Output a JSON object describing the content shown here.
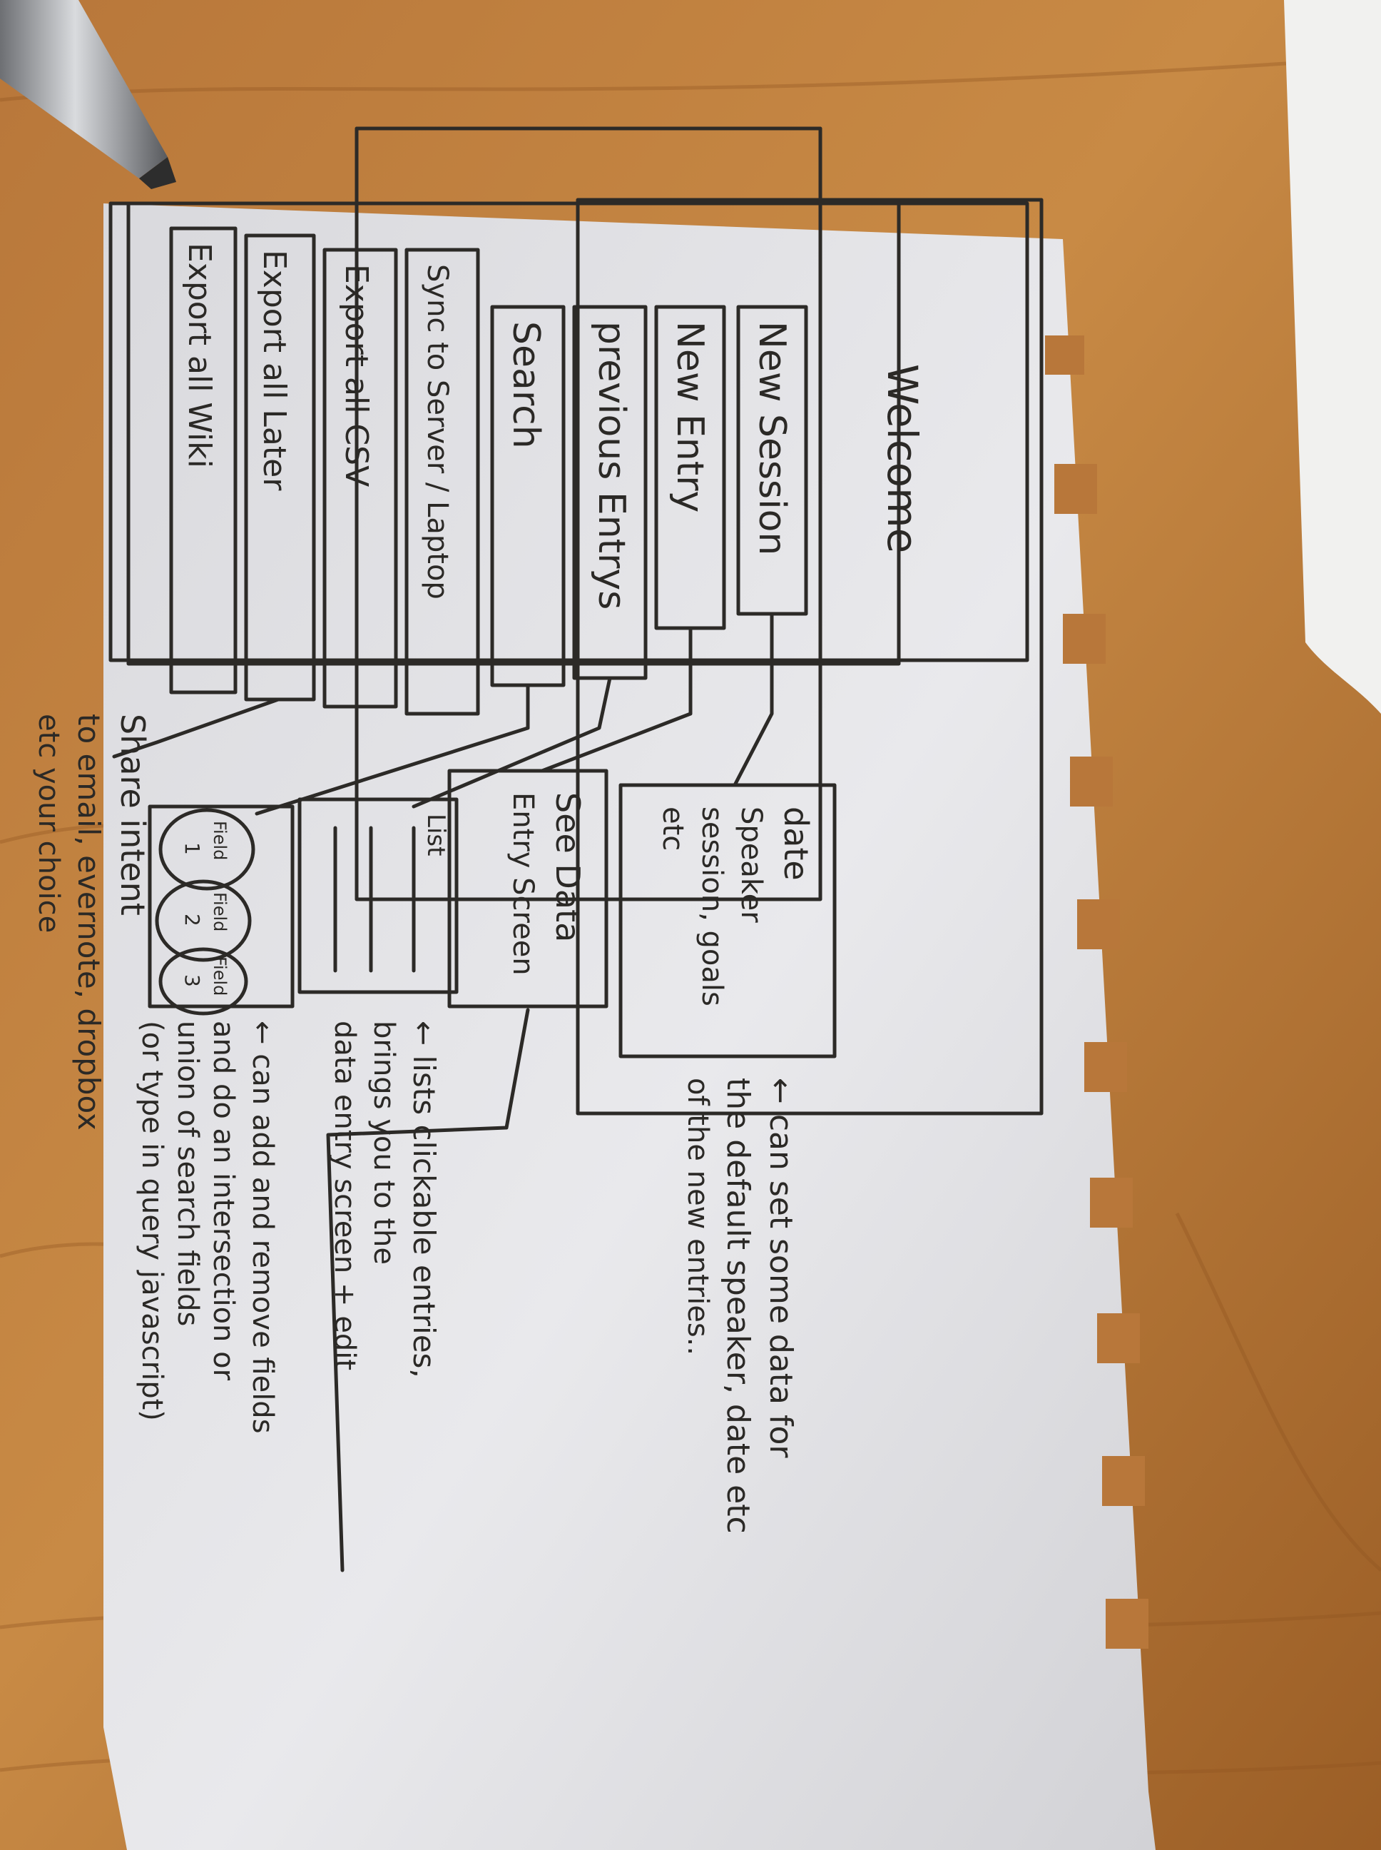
{
  "sketch": {
    "title": "Welcome",
    "menu": {
      "new_session": "New Session",
      "new_entry": "New Entry",
      "previous_entries": "previous Entrys",
      "search": "Search",
      "sync": "Sync to Server / Laptop",
      "export_csv": "Export all CSV",
      "export_later": "Export all Later",
      "export_wiki": "Export all Wiki"
    },
    "screens": {
      "session_box": [
        "date",
        "Speaker",
        "session, goals",
        "etc"
      ],
      "data_entry_box": [
        "See Data",
        "Entry Screen"
      ],
      "list_box": {
        "label": "List"
      },
      "search_box": {
        "fields": [
          {
            "label": "Field",
            "number": "1"
          },
          {
            "label": "Field",
            "number": "2"
          },
          {
            "label": "Field",
            "number": "3"
          }
        ]
      }
    },
    "notes": {
      "session_note": [
        "← can set some data for",
        "the default speaker, date etc",
        "of the new entries.."
      ],
      "list_note": [
        "← lists clickable entries,",
        "brings you to the",
        "data entry screen + edit"
      ],
      "search_note": [
        "← can add and remove fields",
        "and do an intersection or",
        "union of search fields",
        "(or type in query",
        "javascript)"
      ],
      "share_note": [
        "Share intent",
        "to email, evernote, dropbox",
        "etc your choice"
      ]
    }
  }
}
